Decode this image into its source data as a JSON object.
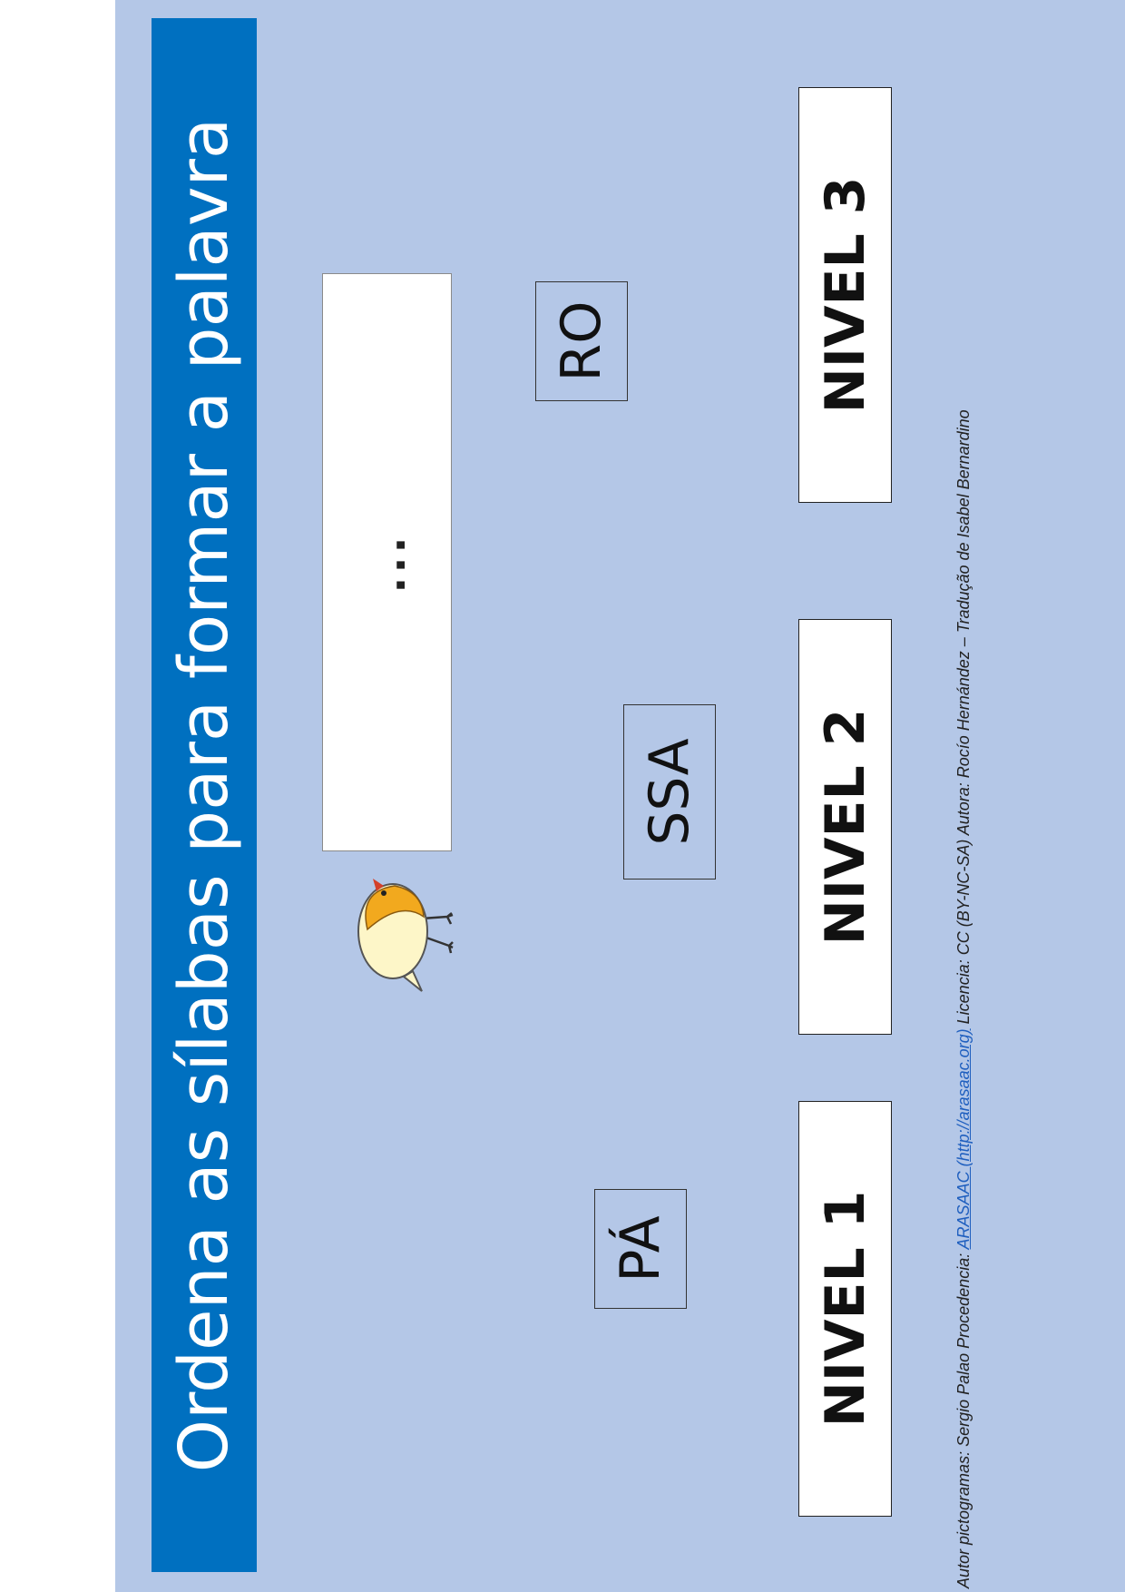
{
  "title": "Ordena as sílabas para formar a palavra",
  "answer": {
    "placeholder": "..."
  },
  "syllables": [
    "PÁ",
    "SSA",
    "RO"
  ],
  "pictogram": {
    "icon": "bird-icon",
    "colors": {
      "body": "#fdf6c8",
      "wing": "#f2a91e",
      "crest": "#d4402a"
    }
  },
  "levels": [
    "NIVEL 1",
    "NIVEL 2",
    "NIVEL 3"
  ],
  "credits": {
    "prefix": "Autor pictogramas: Sergio Palao Procedencia: ",
    "link_text": "ARASAAC (http://arasaac.org)",
    "suffix": " Licencia: CC (BY-NC-SA) Autora: Rocío Hernández – Tradução de Isabel Bernardino"
  },
  "colors": {
    "background": "#b4c7e7",
    "title_bar": "#0070c0",
    "link": "#1f5fbf"
  }
}
